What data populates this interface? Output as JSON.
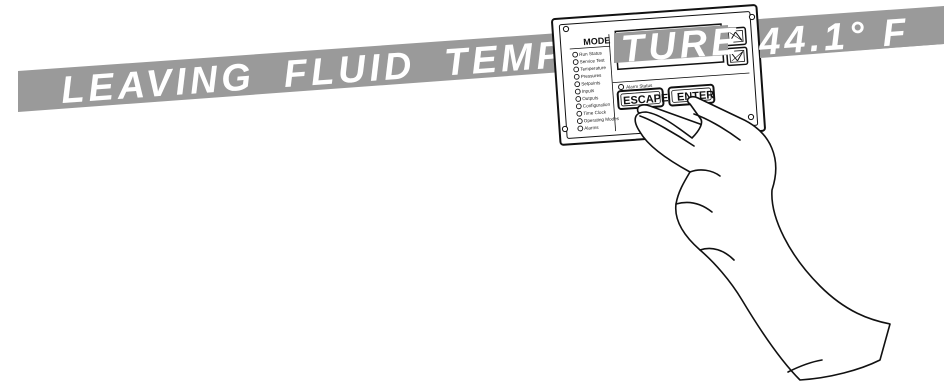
{
  "banner": {
    "text_left": "LEAVING  FLUID  TEMPE",
    "text_display": "TURE",
    "text_right": "44.1° F",
    "color": "#9a9a9a"
  },
  "panel": {
    "mode_title": "MODE",
    "mode_items": [
      "Run Status",
      "Service Test",
      "Temperature",
      "Pressures",
      "Setpoints",
      "Inputs",
      "Outputs",
      "Configuration",
      "Time Clock",
      "Operating Modes",
      "Alarms"
    ],
    "alarm_label": "Alarm Status",
    "escape_label": "ESCAPE",
    "enter_label": "ENTER",
    "up_arrow_icon": "up-arrow-icon",
    "down_arrow_icon": "down-arrow-icon"
  }
}
